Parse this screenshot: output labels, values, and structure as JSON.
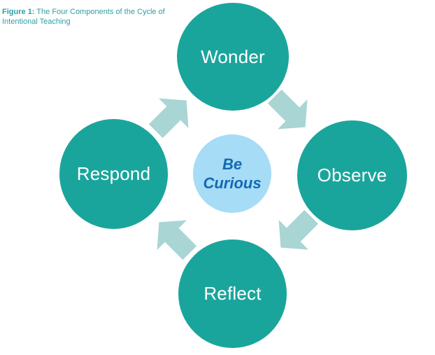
{
  "caption": {
    "label": "Figure 1:",
    "text": " The Four Components of the Cycle of Intentional Teaching"
  },
  "diagram": {
    "nodes": {
      "top": "Wonder",
      "right": "Observe",
      "bottom": "Reflect",
      "left": "Respond"
    },
    "center": {
      "line1": "Be",
      "line2": "Curious"
    },
    "colors": {
      "node": "#1aa59c",
      "center": "#a6dcf5",
      "center_text": "#1468b4",
      "arrow": "#a9d5d4",
      "caption": "#2f9ea3"
    },
    "flow": [
      "Wonder",
      "Observe",
      "Reflect",
      "Respond"
    ]
  }
}
